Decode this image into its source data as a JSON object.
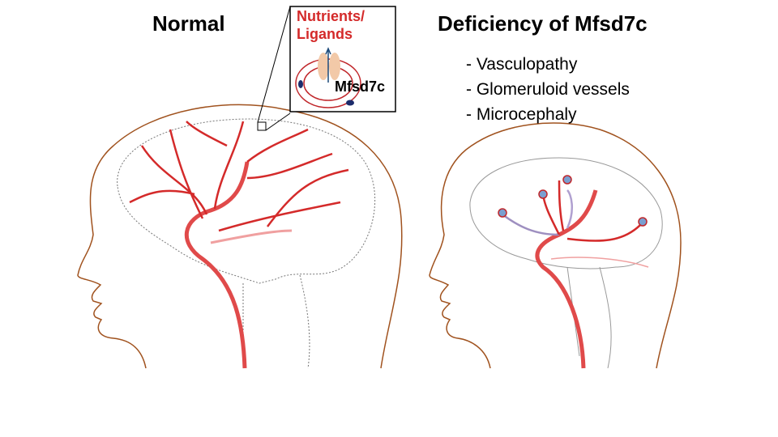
{
  "normal": {
    "title": "Normal"
  },
  "inset": {
    "line1": "Nutrients/",
    "line2": "Ligands",
    "protein_label": "Mfsd7c"
  },
  "deficiency": {
    "title": "Deficiency of Mfsd7c",
    "symptoms": [
      "- Vasculopathy",
      "- Glomeruloid vessels",
      "- Microcephaly"
    ]
  },
  "colors": {
    "vessel": "#d42a2a",
    "head_outline": "#a0521e",
    "label_red": "#d42a2a",
    "nucleus": "#1c2c6b",
    "transporter": "#f2c9a8"
  }
}
